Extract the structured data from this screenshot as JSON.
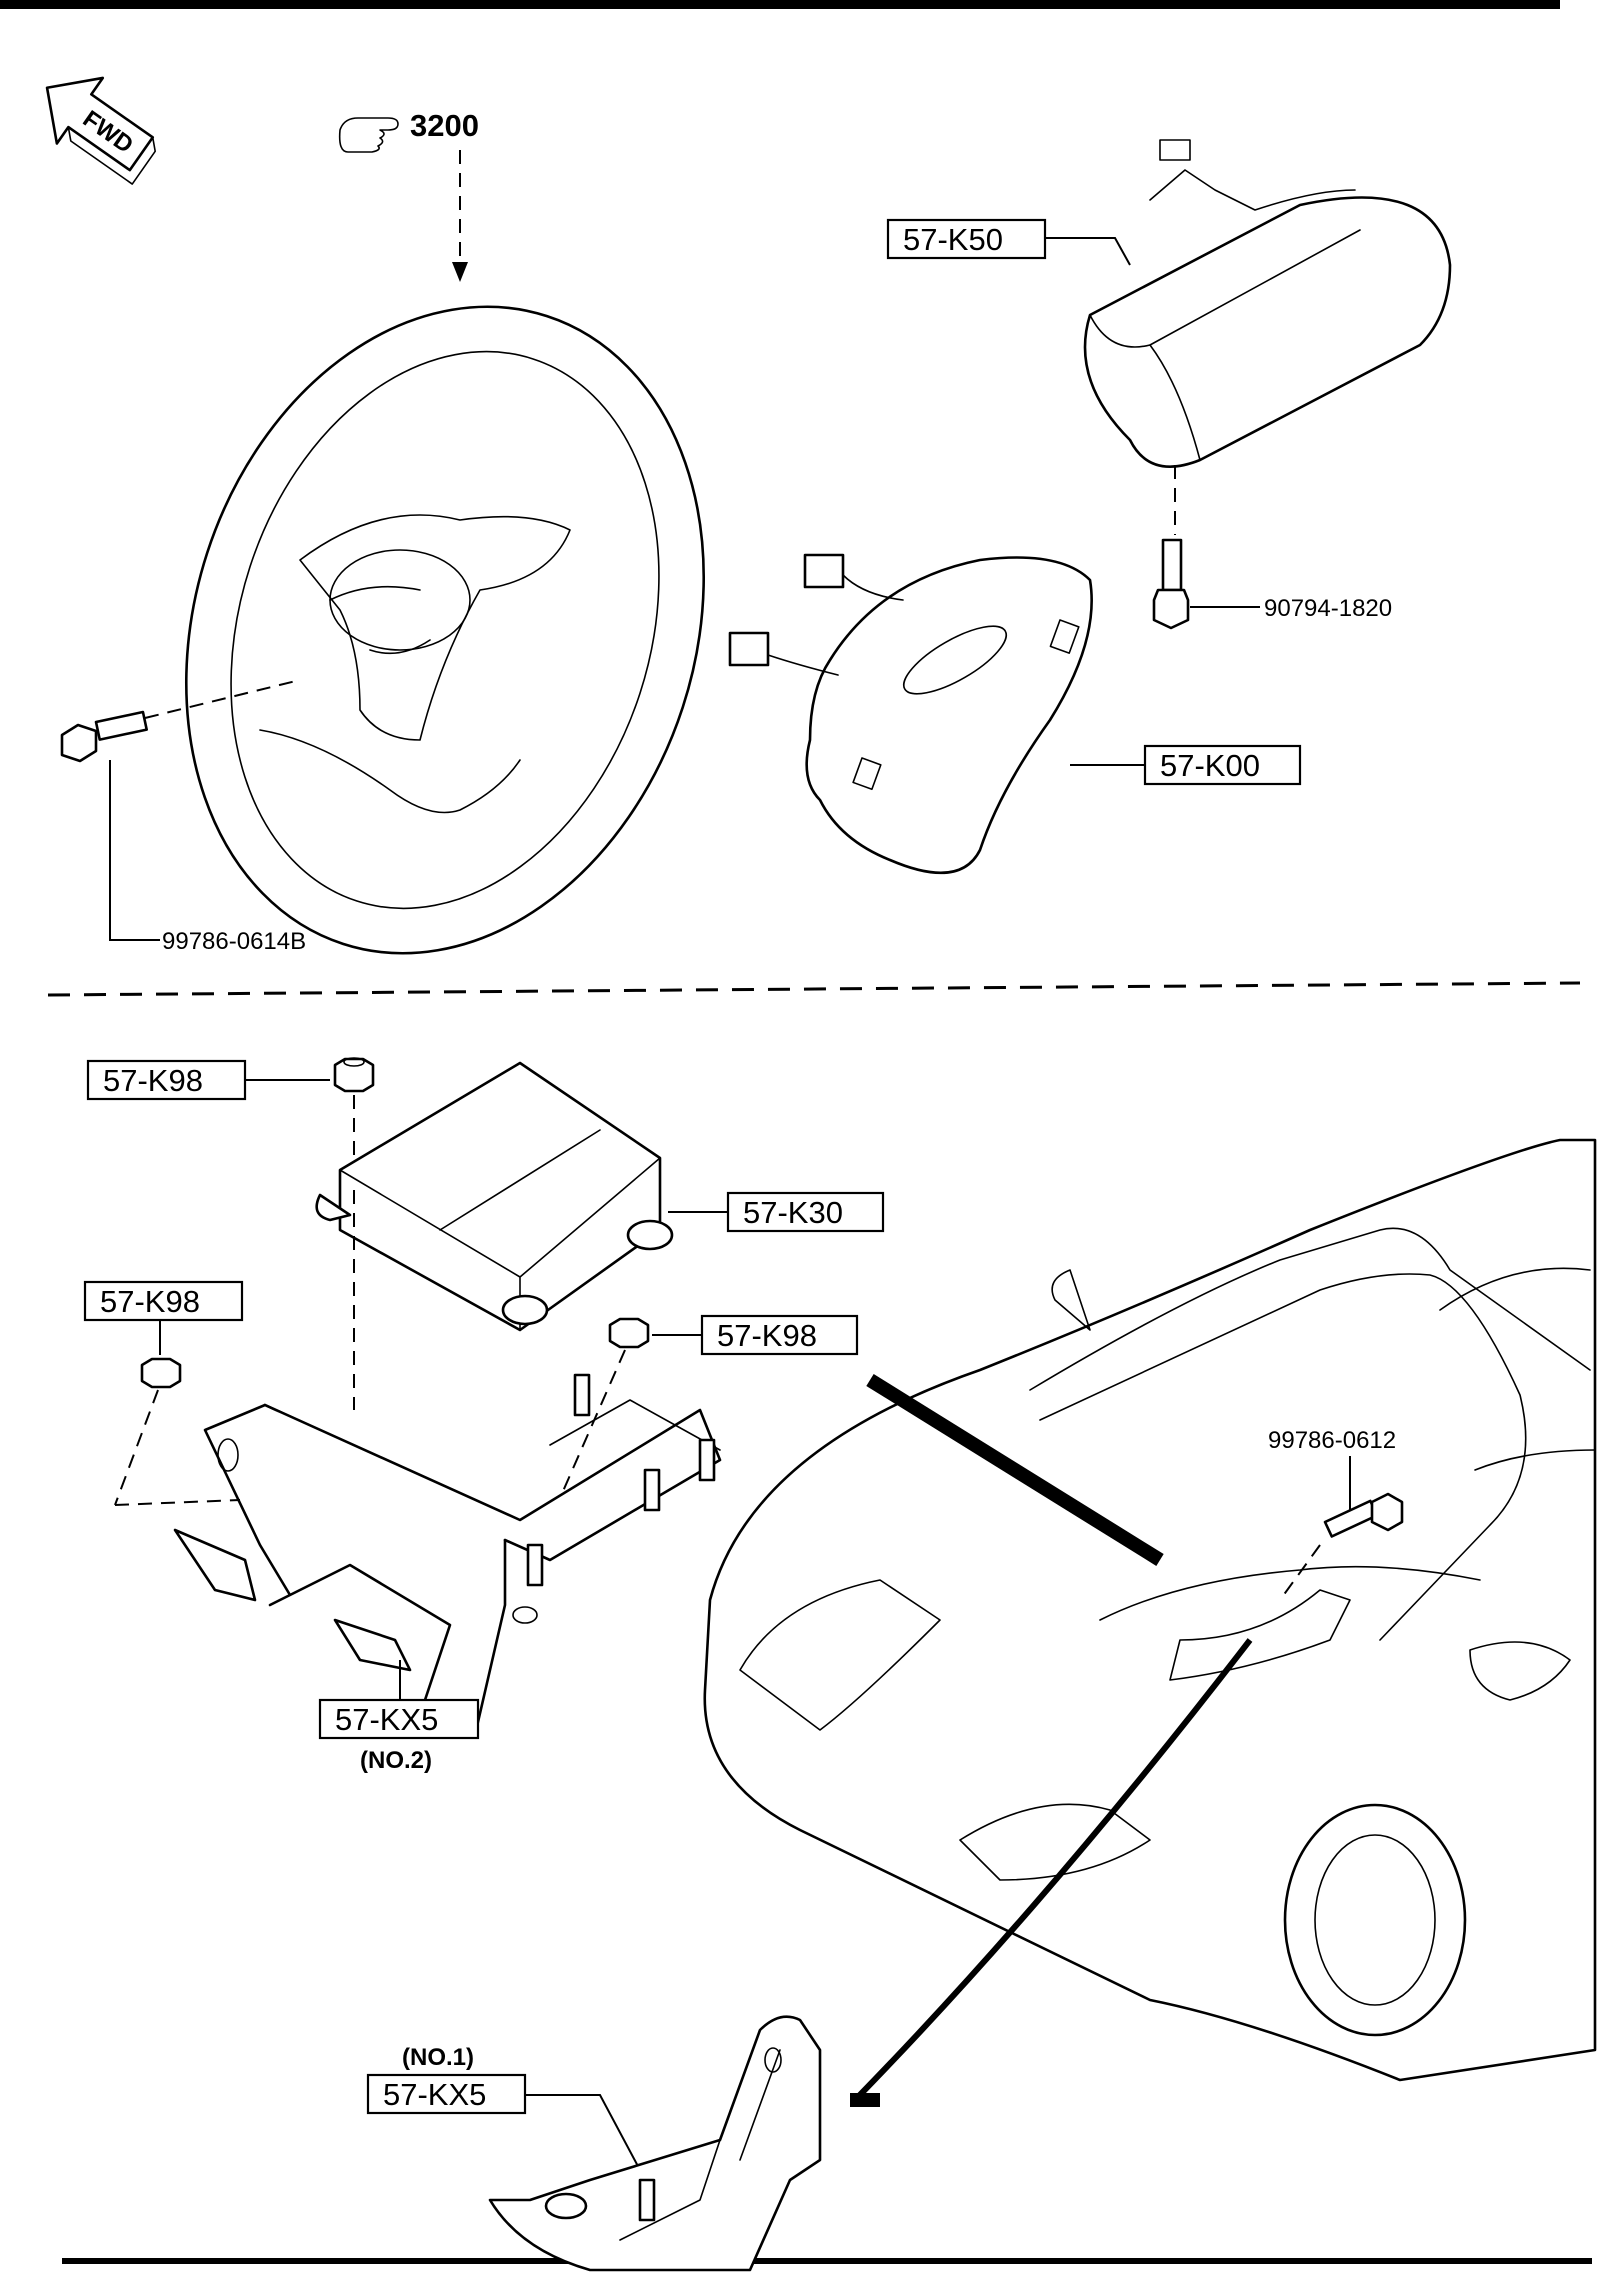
{
  "reference": {
    "number": "3200"
  },
  "direction": {
    "label": "FWD"
  },
  "callouts": {
    "airbag_passenger": "57-K50",
    "passenger_bolt": "90794-1820",
    "airbag_driver": "57-K00",
    "steering_bolt": "99786-0614B",
    "nut_top": "57-K98",
    "control_module": "57-K30",
    "nut_left": "57-K98",
    "nut_right": "57-K98",
    "bracket_no2": "57-KX5",
    "bracket_no2_note": "(NO.2)",
    "bracket_bolt": "99786-0612",
    "bracket_no1_note": "(NO.1)",
    "bracket_no1": "57-KX5"
  }
}
